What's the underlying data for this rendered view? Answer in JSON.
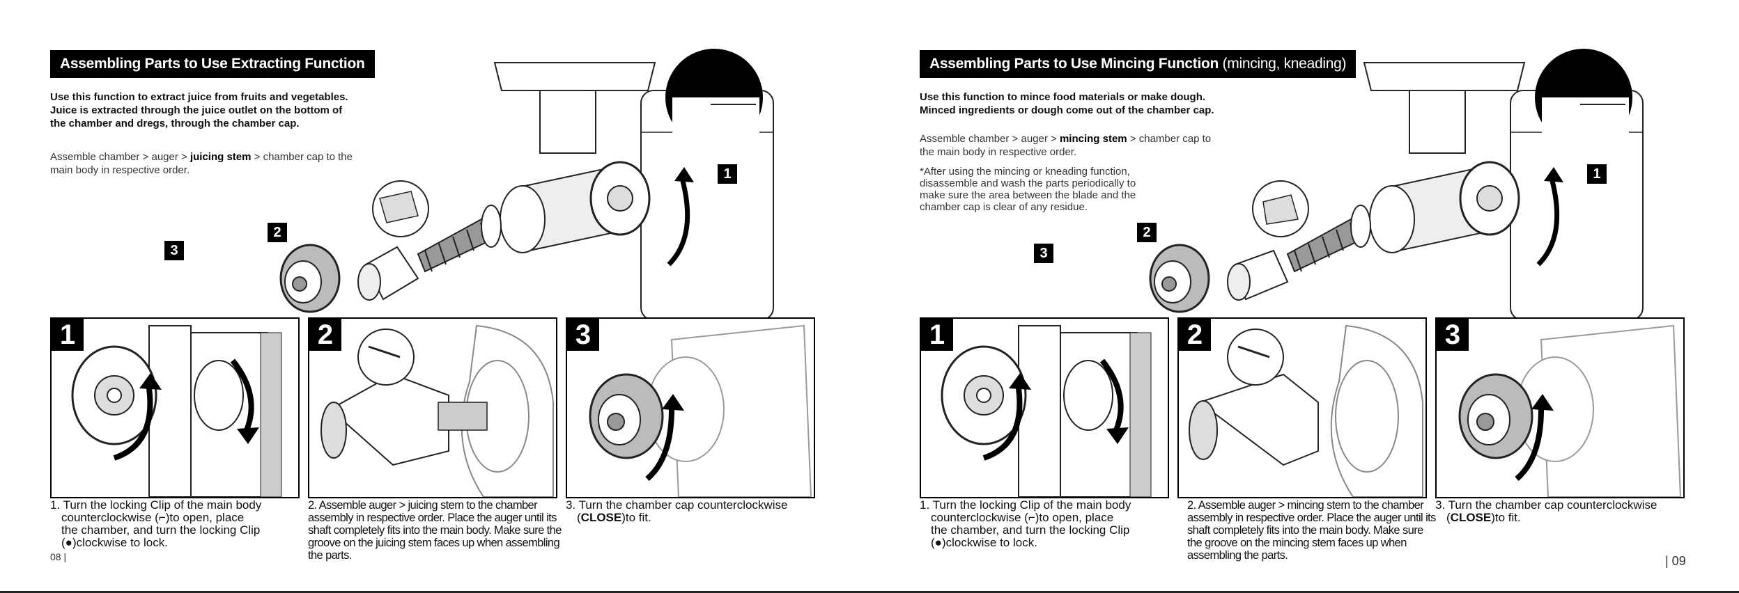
{
  "left": {
    "title": "Assembling Parts to Use Extracting Function",
    "intro_bold": "Use this function to extract juice from fruits and vegetables. Juice is extracted through the juice outlet on the bottom of the chamber and dregs, through the chamber cap.",
    "intro_normal_pre": "Assemble chamber > auger > ",
    "intro_normal_bold": "juicing stem",
    "intro_normal_post": " > chamber cap to the main body in respective order.",
    "callouts": [
      "1",
      "2",
      "3"
    ],
    "panels": [
      "1",
      "2",
      "3"
    ],
    "steps": [
      "1. Turn the locking Clip of the main body counterclockwise ( ) to open, place the chamber, and turn the locking Clip ( )clockwise to lock.",
      "2. Assemble auger > juicing stem to the chamber assembly in respective order. Place the auger until its shaft completely fits into the main body. Make sure the groove on the juicing stem faces up when assembling the parts.",
      "3. Turn the chamber cap counterclockwise (CLOSE)to fit."
    ],
    "step1_a": "1. Turn the locking Clip of the main body",
    "step1_b": "counterclockwise (",
    "step1_c": ")to open, place",
    "step1_d": "the chamber, and turn the locking Clip",
    "step1_e": "(",
    "step1_f": ")clockwise to lock.",
    "step3_a": "3. Turn the chamber cap counterclockwise",
    "step3_b": "(",
    "step3_bold": "CLOSE",
    "step3_c": ")to fit.",
    "page_number": "08 |"
  },
  "right": {
    "title": "Assembling Parts to Use Mincing Function",
    "title_suffix": " (mincing, kneading)",
    "intro_bold": "Use this function to mince food materials or make dough. Minced ingredients or dough come out of the chamber cap.",
    "intro_normal_pre": "Assemble chamber > auger > ",
    "intro_normal_bold": "mincing stem",
    "intro_normal_post": " > chamber cap to the main body in respective order.",
    "note": "*After using the mincing or kneading function, disassemble and wash the parts periodically to make sure the area between the blade and the chamber cap is clear of any residue.",
    "callouts": [
      "1",
      "2",
      "3"
    ],
    "panels": [
      "1",
      "2",
      "3"
    ],
    "step2": "2. Assemble auger > mincing stem to the chamber assembly in respective order. Place the auger until its shaft completely fits into the main body. Make sure the groove on the mincing stem faces up when assembling the parts.",
    "page_number": "| 09"
  },
  "left_step2": "2. Assemble auger > juicing stem to the chamber assembly in respective order. Place the auger until its shaft completely fits into the main body. Make sure the groove on the juicing stem faces up when assembling the parts.",
  "colors": {
    "ink": "#000000",
    "line": "#222222",
    "gray": "#c8c8c8",
    "dark_gray": "#9a9a9a"
  },
  "icons": [
    "unlock-icon",
    "lock-icon",
    "curved-arrow-icon"
  ]
}
